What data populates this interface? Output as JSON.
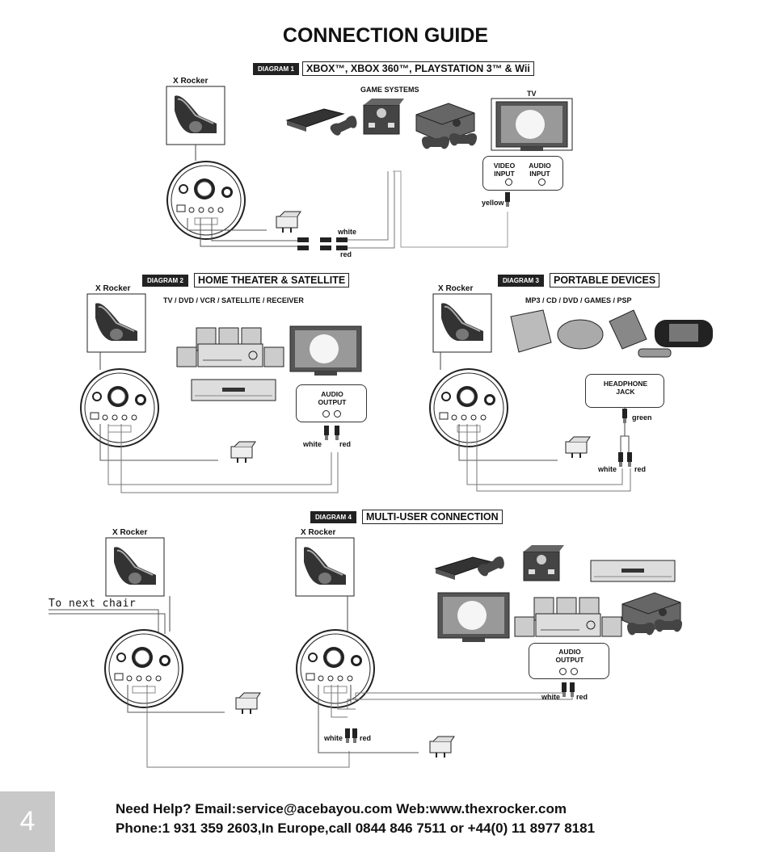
{
  "page": {
    "title": "CONNECTION GUIDE",
    "page_number": "4"
  },
  "diagram1": {
    "tag": "DIAGRAM 1",
    "heading": "XBOX™, XBOX 360™, PLAYSTATION 3™ & Wii",
    "chair_label": "X Rocker",
    "game_systems_label": "GAME SYSTEMS",
    "tv_label": "TV",
    "video_input": "VIDEO INPUT",
    "audio_input": "AUDIO INPUT",
    "yellow": "yellow",
    "white": "white",
    "red": "red"
  },
  "diagram2": {
    "tag": "DIAGRAM 2",
    "heading": "HOME THEATER & SATELLITE",
    "chair_label": "X Rocker",
    "devices_label": "TV / DVD / VCR / SATELLITE / RECEIVER",
    "audio_output": "AUDIO OUTPUT",
    "white": "white",
    "red": "red"
  },
  "diagram3": {
    "tag": "DIAGRAM 3",
    "heading": "PORTABLE DEVICES",
    "chair_label": "X Rocker",
    "devices_label": "MP3 / CD / DVD / GAMES / PSP",
    "headphone_jack": "HEADPHONE JACK",
    "green": "green",
    "white": "white",
    "red": "red"
  },
  "diagram4": {
    "tag": "DIAGRAM 4",
    "heading": "MULTI-USER CONNECTION",
    "chair_label_1": "X Rocker",
    "chair_label_2": "X Rocker",
    "to_next_chair": "To next chair",
    "audio_output": "AUDIO OUTPUT",
    "white_top": "white",
    "red_top": "red",
    "white_bottom": "white",
    "red_bottom": "red"
  },
  "footer": {
    "line1": "Need Help? Email:service@acebayou.com   Web:www.thexrocker.com",
    "line2": "Phone:1 931 359 2603,In Europe,call 0844 846 7511 or +44(0) 11 8977 8181"
  },
  "colors": {
    "tag_bg": "#222222",
    "page_number_bg": "#c8c8c8",
    "line": "#555555"
  }
}
